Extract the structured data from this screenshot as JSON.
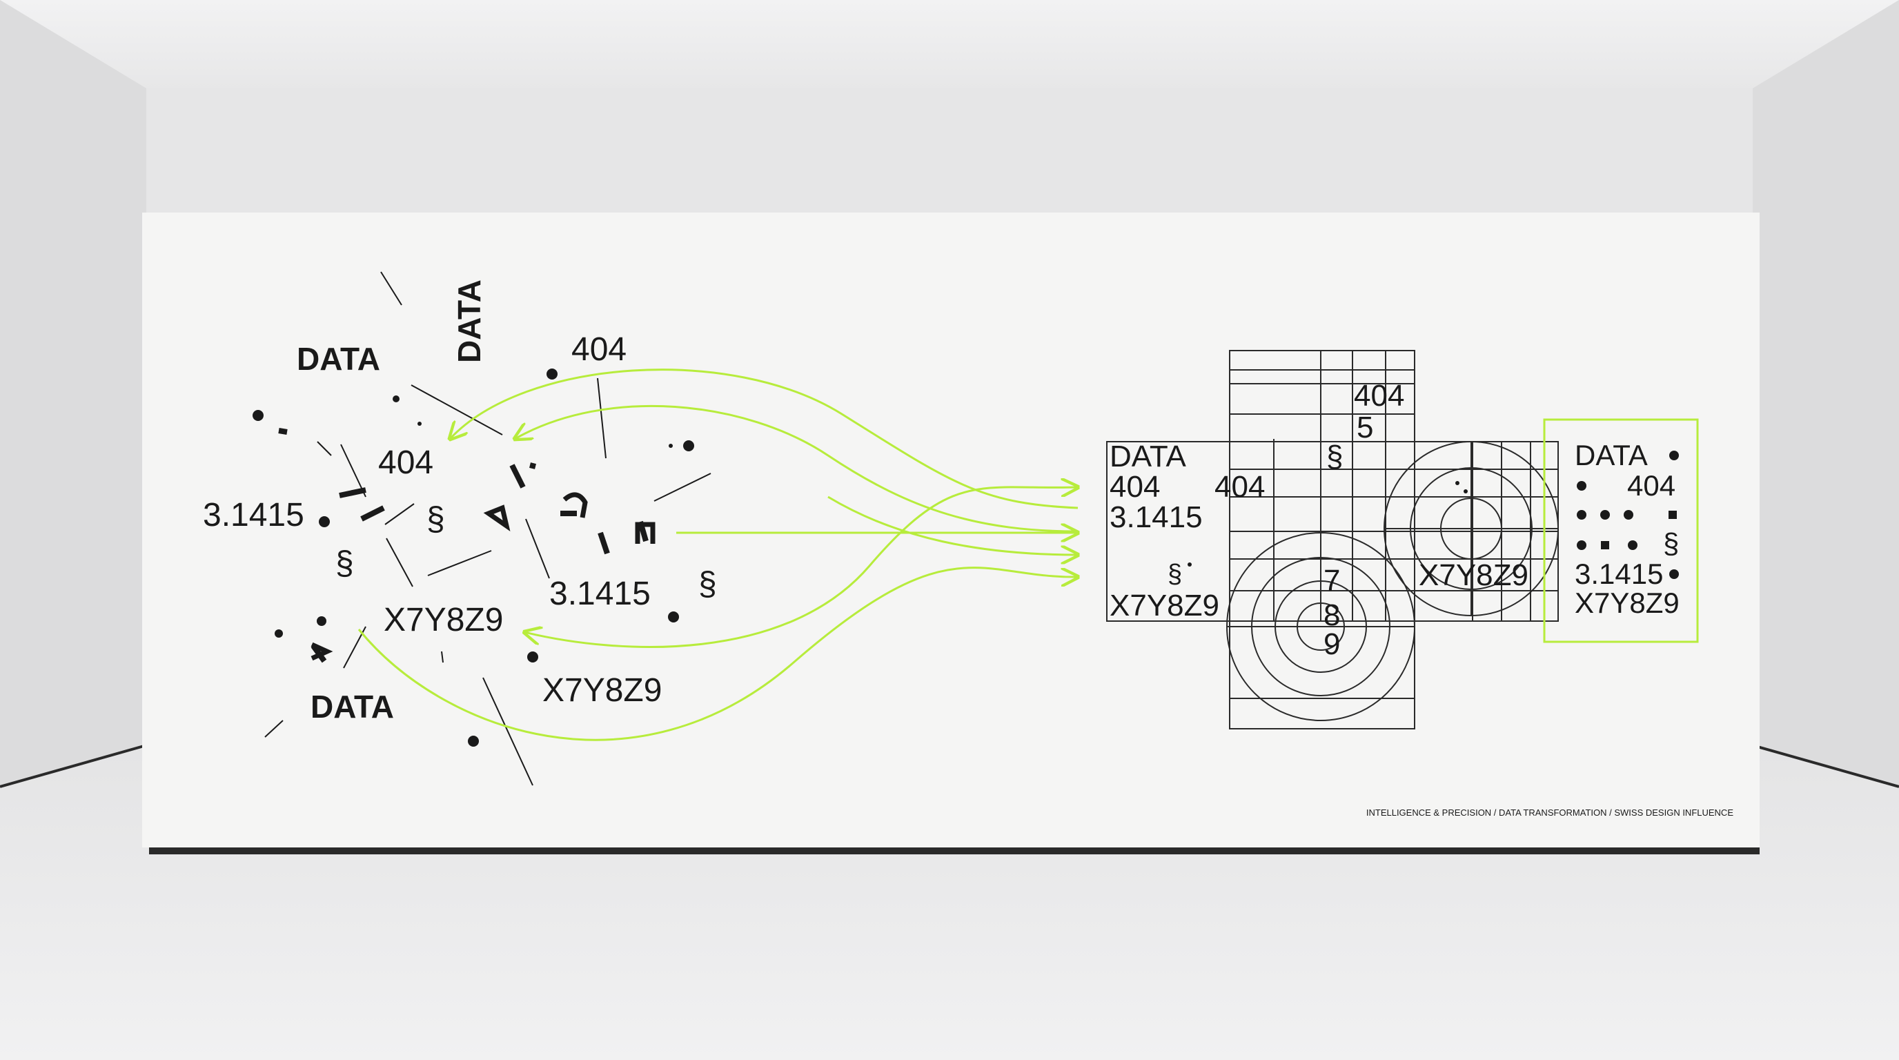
{
  "scatter_text": {
    "data_1": "DATA",
    "data_2": "DATA",
    "data_3": "DATA",
    "n404_1": "404",
    "n404_2": "404",
    "pi_1": "3.1415",
    "pi_2": "3.1415",
    "section_1": "§",
    "section_2": "§",
    "section_3": "§",
    "code_1": "X7Y8Z9",
    "code_2": "X7Y8Z9"
  },
  "grid_text": {
    "n404_top": "404",
    "n5": "5",
    "section": "§",
    "data": "DATA",
    "n404_a": "404",
    "n404_b": "404",
    "pi": "3.1415",
    "section_small": "§",
    "code": "X7Y8Z9",
    "n7": "7",
    "n8": "8",
    "n9": "9",
    "code_right": "X7Y8Z9"
  },
  "output_panel": {
    "data": "DATA",
    "n404": "404",
    "section": "§",
    "pi": "3.1415",
    "code": "X7Y8Z9"
  },
  "caption": "INTELLIGENCE & PRECISION / DATA TRANSFORMATION / SWISS DESIGN INFLUENCE",
  "colors": {
    "accent": "#b7ec3c",
    "ink": "#1a1a1a",
    "wall": "#f4f4f3",
    "room": "#e9e9ea"
  }
}
